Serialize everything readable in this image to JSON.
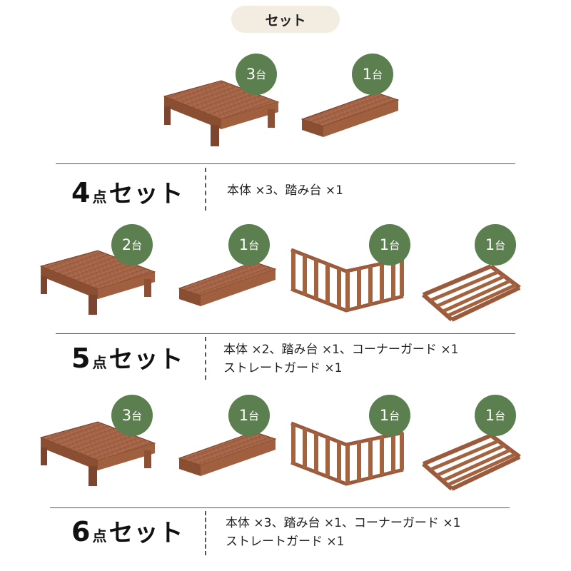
{
  "header": {
    "label": "セット"
  },
  "colors": {
    "badge": "#5b7f4e",
    "wood_top": "#a8674a",
    "wood_side": "#8a4e33",
    "wood_dark": "#6e3c27"
  },
  "section1": {
    "badges": [
      {
        "num": "3",
        "unit": "台"
      },
      {
        "num": "1",
        "unit": "台"
      }
    ],
    "title_num": "4",
    "title_small": "点",
    "title_rest": "セット",
    "desc_line1": "本体 ×3、踏み台 ×1",
    "desc_line2": ""
  },
  "section2": {
    "badges": [
      {
        "num": "2",
        "unit": "台"
      },
      {
        "num": "1",
        "unit": "台"
      },
      {
        "num": "1",
        "unit": "台"
      },
      {
        "num": "1",
        "unit": "台"
      }
    ],
    "title_num": "5",
    "title_small": "点",
    "title_rest": "セット",
    "desc_line1": "本体 ×2、踏み台 ×1、コーナーガード ×1",
    "desc_line2": "ストレートガード ×1"
  },
  "section3": {
    "badges": [
      {
        "num": "3",
        "unit": "台"
      },
      {
        "num": "1",
        "unit": "台"
      },
      {
        "num": "1",
        "unit": "台"
      },
      {
        "num": "1",
        "unit": "台"
      }
    ],
    "title_num": "6",
    "title_small": "点",
    "title_rest": "セット",
    "desc_line1": "本体 ×3、踏み台 ×1、コーナーガード ×1",
    "desc_line2": "ストレートガード ×1"
  }
}
